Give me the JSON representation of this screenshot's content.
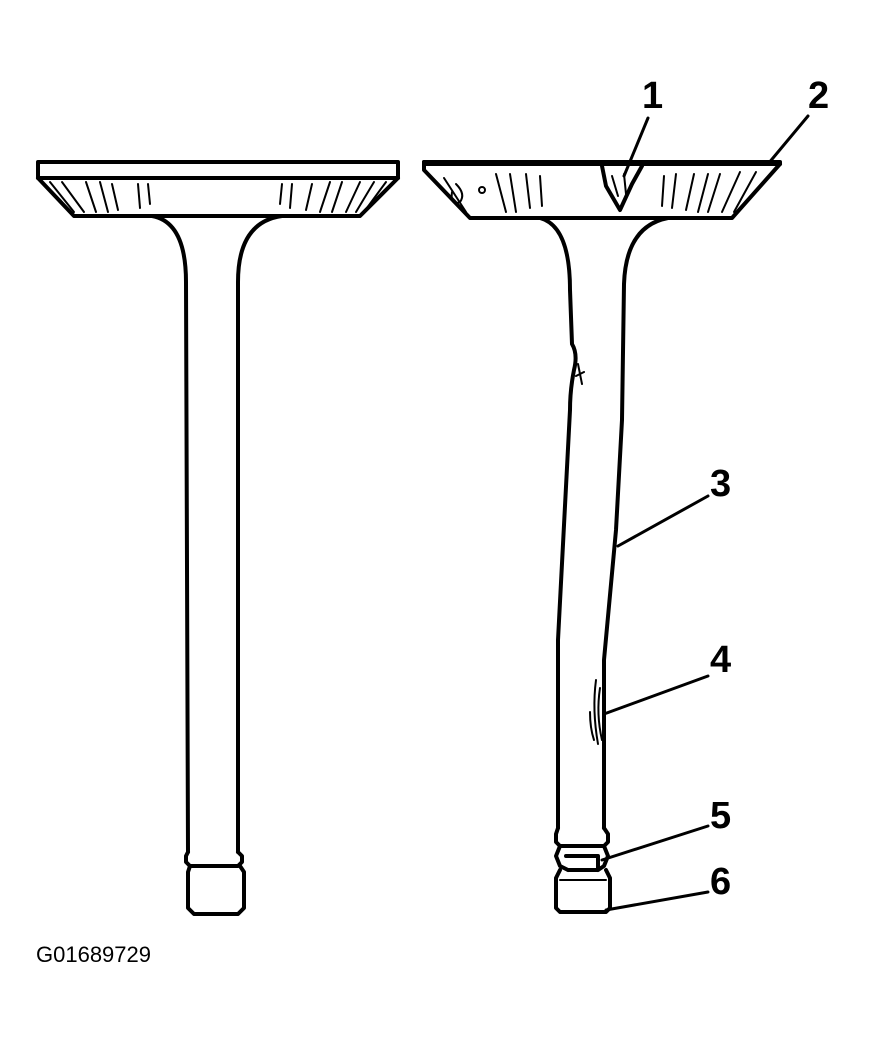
{
  "figure": {
    "figure_id": "G01689729",
    "callouts": [
      {
        "number": "1"
      },
      {
        "number": "2"
      },
      {
        "number": "3"
      },
      {
        "number": "4"
      },
      {
        "number": "5"
      },
      {
        "number": "6"
      }
    ]
  }
}
